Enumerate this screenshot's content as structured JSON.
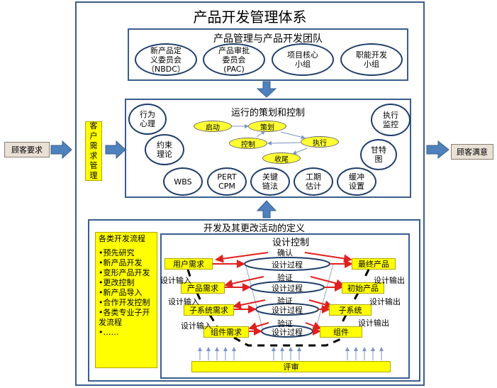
{
  "title": "产品开发管理体系",
  "team": {
    "heading": "产品管理与产品开发团队",
    "items": [
      "新产品定\n义委员会\n（NBDC）",
      "产品审批\n委员会\n(PAC)",
      "项目核心\n小组",
      "职能开发\n小组"
    ]
  },
  "operation": {
    "heading": "运行的策划和控制",
    "tools": [
      "行为\n心理",
      "约束\n理论",
      "执行\n监控",
      "甘特\n图",
      "WBS",
      "PERT\nCPM",
      "关键\n链法",
      "工期\n估计",
      "缓冲\n设置"
    ],
    "flow": [
      "启动",
      "策划",
      "控制",
      "执行",
      "收尾"
    ]
  },
  "left": {
    "customer_input": "顾客要求",
    "requirement_mgmt": "客户需求管理"
  },
  "right": {
    "customer_output": "顾客满意"
  },
  "dev": {
    "heading": "开发及其更改活动的定义",
    "process_title": "各类开发流程",
    "process_items": [
      "•预先研究",
      "•新产品开发",
      "•变形产品开发",
      "•更改控制",
      "•新产品导入",
      "•合作开发控制",
      "•各类专业子开发流程",
      "•……"
    ],
    "design_control": {
      "heading": "设计控制",
      "left_levels": [
        "用户需求",
        "产品需求",
        "子系统需求",
        "组件需求"
      ],
      "right_levels": [
        "最终产品",
        "初始产品",
        "子系统",
        "组件"
      ],
      "process": [
        "设计过程",
        "设计过程",
        "设计过程",
        "设计过程"
      ],
      "checks": [
        "确认",
        "验证",
        "验证",
        "验证"
      ],
      "design_input": [
        "设计输入",
        "设计输入",
        "设计输入"
      ],
      "design_output": [
        "设计输出",
        "设计输出",
        "设计输出"
      ],
      "review": "评审"
    }
  },
  "colors": {
    "frame": "#3a5e8c",
    "arrow": "#4f81bd",
    "yellow": "#ffff00",
    "red": "#e02020"
  }
}
